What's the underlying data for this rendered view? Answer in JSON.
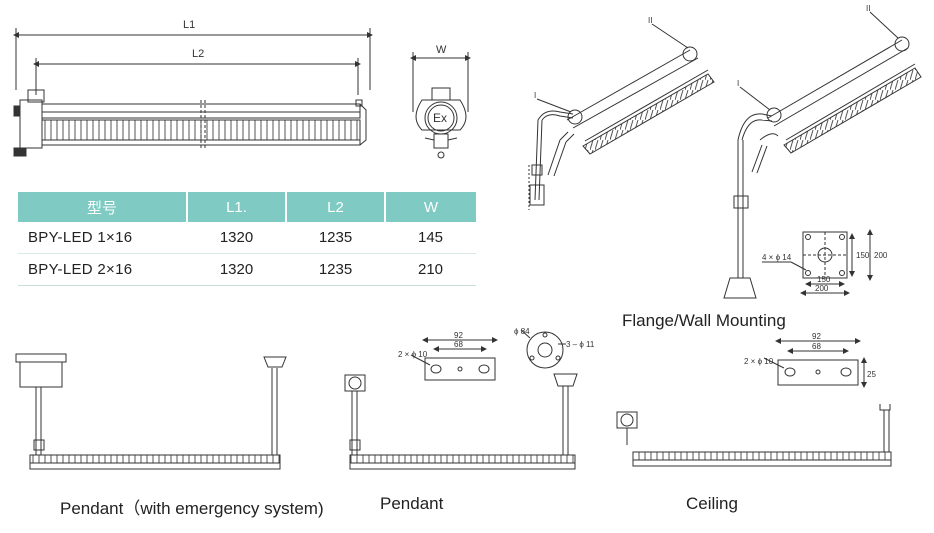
{
  "drawing_labels": {
    "L1": "L1",
    "L2": "L2",
    "W": "W",
    "ex": "Ex",
    "mark_i": "I",
    "mark_ii": "II",
    "holes_4x14": "4 × ϕ 14",
    "dim_150": "150",
    "dim_200": "200",
    "holes_2x10": "2 × ϕ 10",
    "dim_92": "92",
    "dim_68": "68",
    "dim_25": "25",
    "dim_84": "ϕ 84",
    "holes_3x11": "3 – ϕ 11"
  },
  "table": {
    "headers": [
      "型号",
      "L1.",
      "L2",
      "W"
    ],
    "rows": [
      [
        "BPY-LED 1×16",
        "1320",
        "1235",
        "145"
      ],
      [
        "BPY-LED 2×16",
        "1320",
        "1235",
        "210"
      ]
    ]
  },
  "captions": {
    "flange_wall": "Flange/Wall Mounting",
    "pendant_emergency": "Pendant（with emergency system)",
    "pendant": "Pendant",
    "ceiling": "Ceiling"
  },
  "colors": {
    "header_bg": "#7fcac3",
    "line": "#333333"
  }
}
